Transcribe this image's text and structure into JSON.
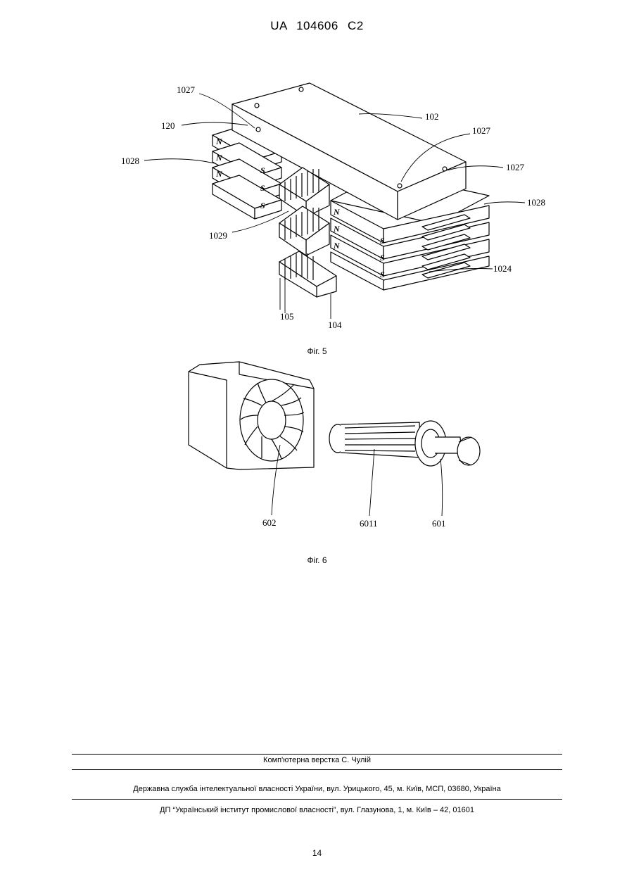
{
  "header": {
    "patent_number": "UA   104606   C2"
  },
  "figure5": {
    "caption": "Фіг. 5",
    "labels": {
      "l1027a": "1027",
      "l120": "120",
      "l1028a": "1028",
      "l102": "102",
      "l1027b": "1027",
      "l1027c": "1027",
      "l1028b": "1028",
      "l1029": "1029",
      "l1024": "1024",
      "l105": "105",
      "l104": "104"
    },
    "pole_n": "N",
    "pole_s": "S"
  },
  "figure6": {
    "caption": "Фіг. 6",
    "labels": {
      "l602": "602",
      "l6011": "6011",
      "l601": "601"
    }
  },
  "footer": {
    "layout": "Комп'ютерна верстка С. Чулій",
    "service": "Державна служба інтелектуальної власності України, вул. Урицького, 45, м. Київ, МСП, 03680, Україна",
    "institute": "ДП “Український інститут промислової власності”, вул. Глазунова, 1, м. Київ – 42, 01601"
  },
  "page_number": "14"
}
